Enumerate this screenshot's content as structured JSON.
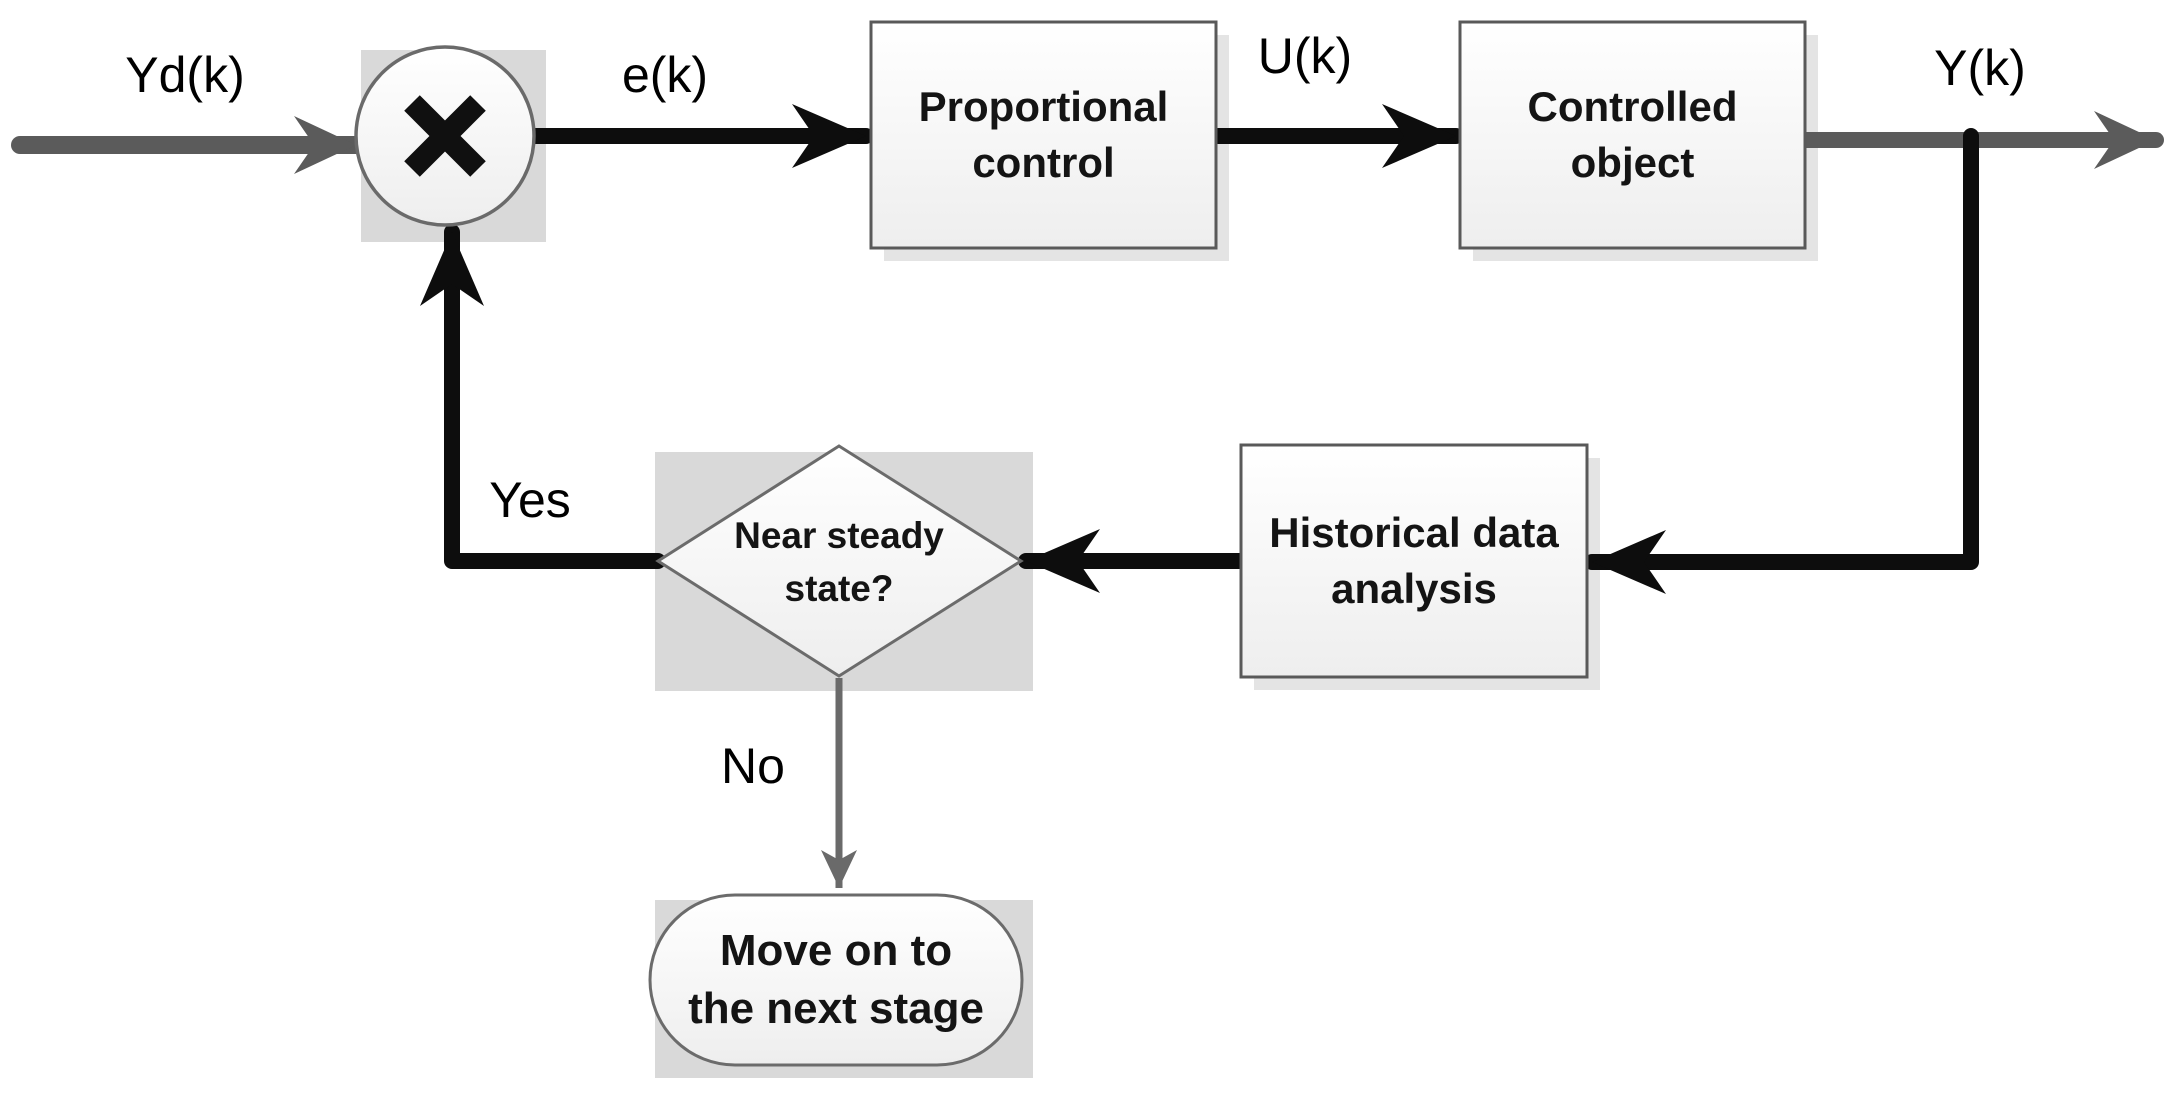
{
  "diagram": {
    "background": "#ffffff",
    "signals": {
      "input": "Yd(k)",
      "error": "e(k)",
      "control": "U(k)",
      "output": "Y(k)"
    },
    "branches": {
      "yes": "Yes",
      "no": "No"
    },
    "nodes": {
      "multiplier": {
        "symbol": "×"
      },
      "proportional_control": {
        "lines": [
          "Proportional",
          "control"
        ]
      },
      "controlled_object": {
        "lines": [
          "Controlled",
          "object"
        ]
      },
      "historical_analysis": {
        "lines": [
          "Historical data",
          "analysis"
        ]
      },
      "decision": {
        "lines": [
          "Near steady",
          "state?"
        ]
      },
      "next_stage": {
        "lines": [
          "Move on to",
          "the next stage"
        ]
      }
    },
    "colors": {
      "line_black": "#0d0d0d",
      "gray_arrow": "#5b5b5b",
      "no_arrow": "#6a6a6a",
      "shape_border": "#595959",
      "shadow_square": "#d9d9d9",
      "drop_shadow": "#e4e4e4"
    }
  }
}
